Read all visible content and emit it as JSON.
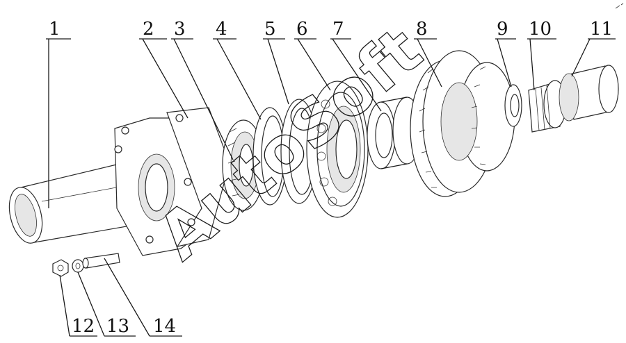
{
  "callouts": [
    {
      "id": 1,
      "label": "1"
    },
    {
      "id": 2,
      "label": "2"
    },
    {
      "id": 3,
      "label": "3"
    },
    {
      "id": 4,
      "label": "4"
    },
    {
      "id": 5,
      "label": "5"
    },
    {
      "id": 6,
      "label": "6"
    },
    {
      "id": 7,
      "label": "7"
    },
    {
      "id": 8,
      "label": "8"
    },
    {
      "id": 9,
      "label": "9"
    },
    {
      "id": 10,
      "label": "10"
    },
    {
      "id": 11,
      "label": "11"
    },
    {
      "id": 12,
      "label": "12"
    },
    {
      "id": 13,
      "label": "13"
    },
    {
      "id": 14,
      "label": "14"
    }
  ],
  "watermark": "AutoSoft"
}
